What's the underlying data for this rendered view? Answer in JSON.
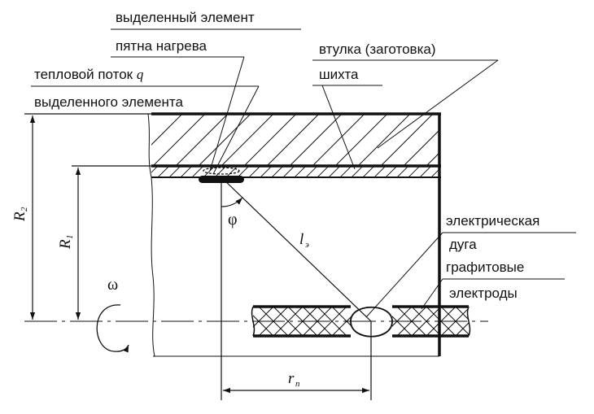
{
  "labels": {
    "heated_element_line1": "выделенный элемент",
    "heated_element_line2": "пятна нагрева",
    "heat_flux_line1": "тепловой поток ",
    "heat_flux_symbol": "q",
    "heat_flux_line2": "выделенного элемента",
    "sleeve": "втулка (заготовка)",
    "charge": "шихта",
    "electric_arc_line1": "электрическая",
    "electric_arc_line2": "дуга",
    "electrodes_line1": "графитовые",
    "electrodes_line2": "электроды"
  },
  "symbols": {
    "R2_main": "R",
    "R2_sub": "2",
    "R1_main": "R",
    "R1_sub": "1",
    "omega": "ω",
    "phi": "φ",
    "le_main": "l",
    "le_sub": "э",
    "rp_main": "r",
    "rp_sub": "п"
  },
  "colors": {
    "line": "#111111",
    "background": "#ffffff"
  }
}
